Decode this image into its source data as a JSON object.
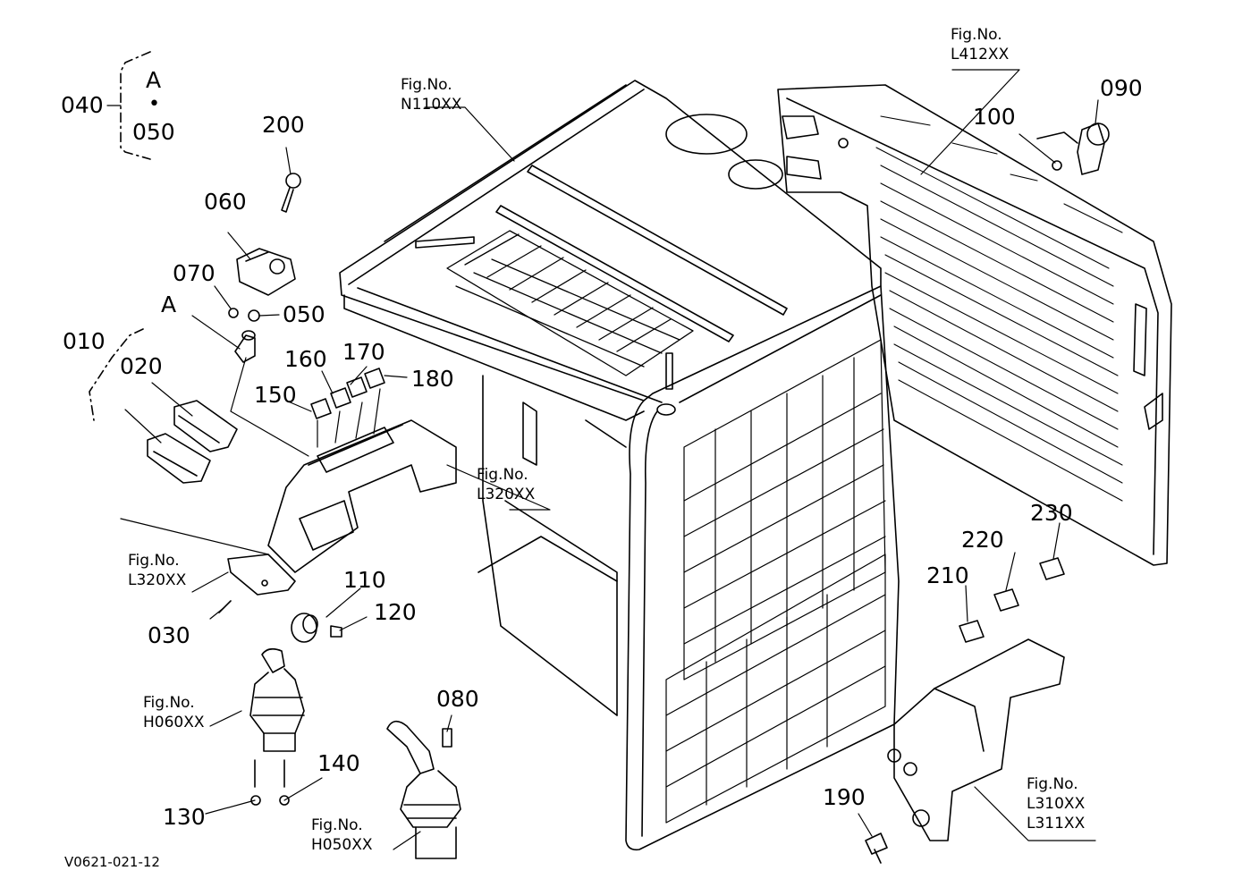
{
  "diagram": {
    "group_bracket": {
      "prefix": "040",
      "top": "A",
      "separator": "•",
      "bottom": "050"
    },
    "part_numbers": {
      "p010": "010",
      "p020": "020",
      "p030": "030",
      "p050": "050",
      "p060": "060",
      "p070": "070",
      "p080": "080",
      "p090": "090",
      "p100": "100",
      "p110": "110",
      "p120": "120",
      "p130": "130",
      "p140": "140",
      "p150": "150",
      "p160": "160",
      "p170": "170",
      "p180": "180",
      "p190": "190",
      "p200": "200",
      "p210": "210",
      "p220": "220",
      "p230": "230"
    },
    "ref_marker": "A",
    "figure_refs": [
      {
        "label": "Fig.No.",
        "codes": [
          "N110XX"
        ]
      },
      {
        "label": "Fig.No.",
        "codes": [
          "L412XX"
        ]
      },
      {
        "label": "Fig.No.",
        "codes": [
          "L320XX"
        ]
      },
      {
        "label": "Fig.No.",
        "codes": [
          "L320XX"
        ]
      },
      {
        "label": "Fig.No.",
        "codes": [
          "H060XX"
        ]
      },
      {
        "label": "Fig.No.",
        "codes": [
          "H050XX"
        ]
      },
      {
        "label": "Fig.No.",
        "codes": [
          "L310XX",
          "L311XX"
        ]
      }
    ],
    "drawing_code": "V0621-021-12"
  }
}
